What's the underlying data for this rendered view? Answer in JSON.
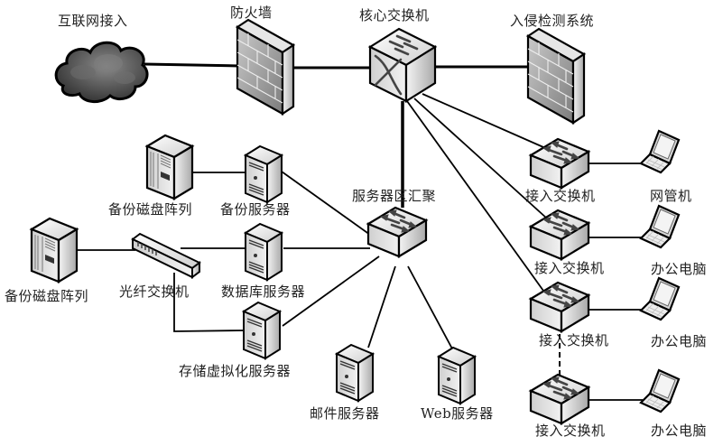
{
  "diagram": {
    "title": "",
    "nodes": {
      "internet": {
        "label": "互联网接入",
        "icon": "cloud-icon"
      },
      "firewall": {
        "label": "防火墙",
        "icon": "firewall-icon"
      },
      "core_switch": {
        "label": "核心交换机",
        "icon": "core-switch-icon"
      },
      "ids": {
        "label": "入侵检测系统",
        "icon": "firewall-icon"
      },
      "disk_array_1": {
        "label": "备份磁盘阵列",
        "icon": "disk-array-icon"
      },
      "backup_server": {
        "label": "备份服务器",
        "icon": "server-icon"
      },
      "server_agg": {
        "label": "服务器区汇聚",
        "icon": "switch-icon"
      },
      "disk_array_2": {
        "label": "备份磁盘阵列",
        "icon": "disk-array-icon"
      },
      "fiber_switch": {
        "label": "光纤交换机",
        "icon": "fiber-switch-icon"
      },
      "db_server": {
        "label": "数据库服务器",
        "icon": "server-icon"
      },
      "storage_virt": {
        "label": "存储虚拟化服务器",
        "icon": "server-icon"
      },
      "mail_server": {
        "label": "邮件服务器",
        "icon": "server-icon"
      },
      "web_server": {
        "label": "Web服务器",
        "icon": "server-icon"
      },
      "access_1": {
        "label": "接入交换机",
        "icon": "switch-icon"
      },
      "access_2": {
        "label": "接入交换机",
        "icon": "switch-icon"
      },
      "access_3": {
        "label": "接入交换机",
        "icon": "switch-icon"
      },
      "access_4": {
        "label": "接入交换机",
        "icon": "switch-icon"
      },
      "nms_pc": {
        "label": "网管机",
        "icon": "laptop-icon"
      },
      "office_pc_1": {
        "label": "办公电脑",
        "icon": "laptop-icon"
      },
      "office_pc_2": {
        "label": "办公电脑",
        "icon": "laptop-icon"
      },
      "office_pc_3": {
        "label": "办公电脑",
        "icon": "laptop-icon"
      }
    },
    "links": [
      {
        "from": "internet",
        "to": "firewall",
        "style": "thick"
      },
      {
        "from": "firewall",
        "to": "core_switch",
        "style": "thick"
      },
      {
        "from": "core_switch",
        "to": "ids",
        "style": "thick"
      },
      {
        "from": "core_switch",
        "to": "server_agg",
        "style": "thick"
      },
      {
        "from": "core_switch",
        "to": "access_1",
        "style": "thin"
      },
      {
        "from": "core_switch",
        "to": "access_2",
        "style": "thin"
      },
      {
        "from": "core_switch",
        "to": "access_3",
        "style": "thin"
      },
      {
        "from": "access_3",
        "to": "access_4",
        "style": "dashed"
      },
      {
        "from": "access_1",
        "to": "nms_pc",
        "style": "thin"
      },
      {
        "from": "access_2",
        "to": "office_pc_1",
        "style": "thin"
      },
      {
        "from": "access_3",
        "to": "office_pc_2",
        "style": "thin"
      },
      {
        "from": "access_4",
        "to": "office_pc_3",
        "style": "thin"
      },
      {
        "from": "disk_array_1",
        "to": "backup_server",
        "style": "thin"
      },
      {
        "from": "backup_server",
        "to": "server_agg",
        "style": "thin"
      },
      {
        "from": "disk_array_2",
        "to": "fiber_switch",
        "style": "thin"
      },
      {
        "from": "fiber_switch",
        "to": "server_agg",
        "style": "thin"
      },
      {
        "from": "fiber_switch",
        "to": "storage_virt",
        "style": "thin"
      },
      {
        "from": "storage_virt",
        "to": "server_agg",
        "style": "thin"
      },
      {
        "from": "server_agg",
        "to": "mail_server",
        "style": "thin"
      },
      {
        "from": "server_agg",
        "to": "web_server",
        "style": "thin"
      }
    ]
  }
}
